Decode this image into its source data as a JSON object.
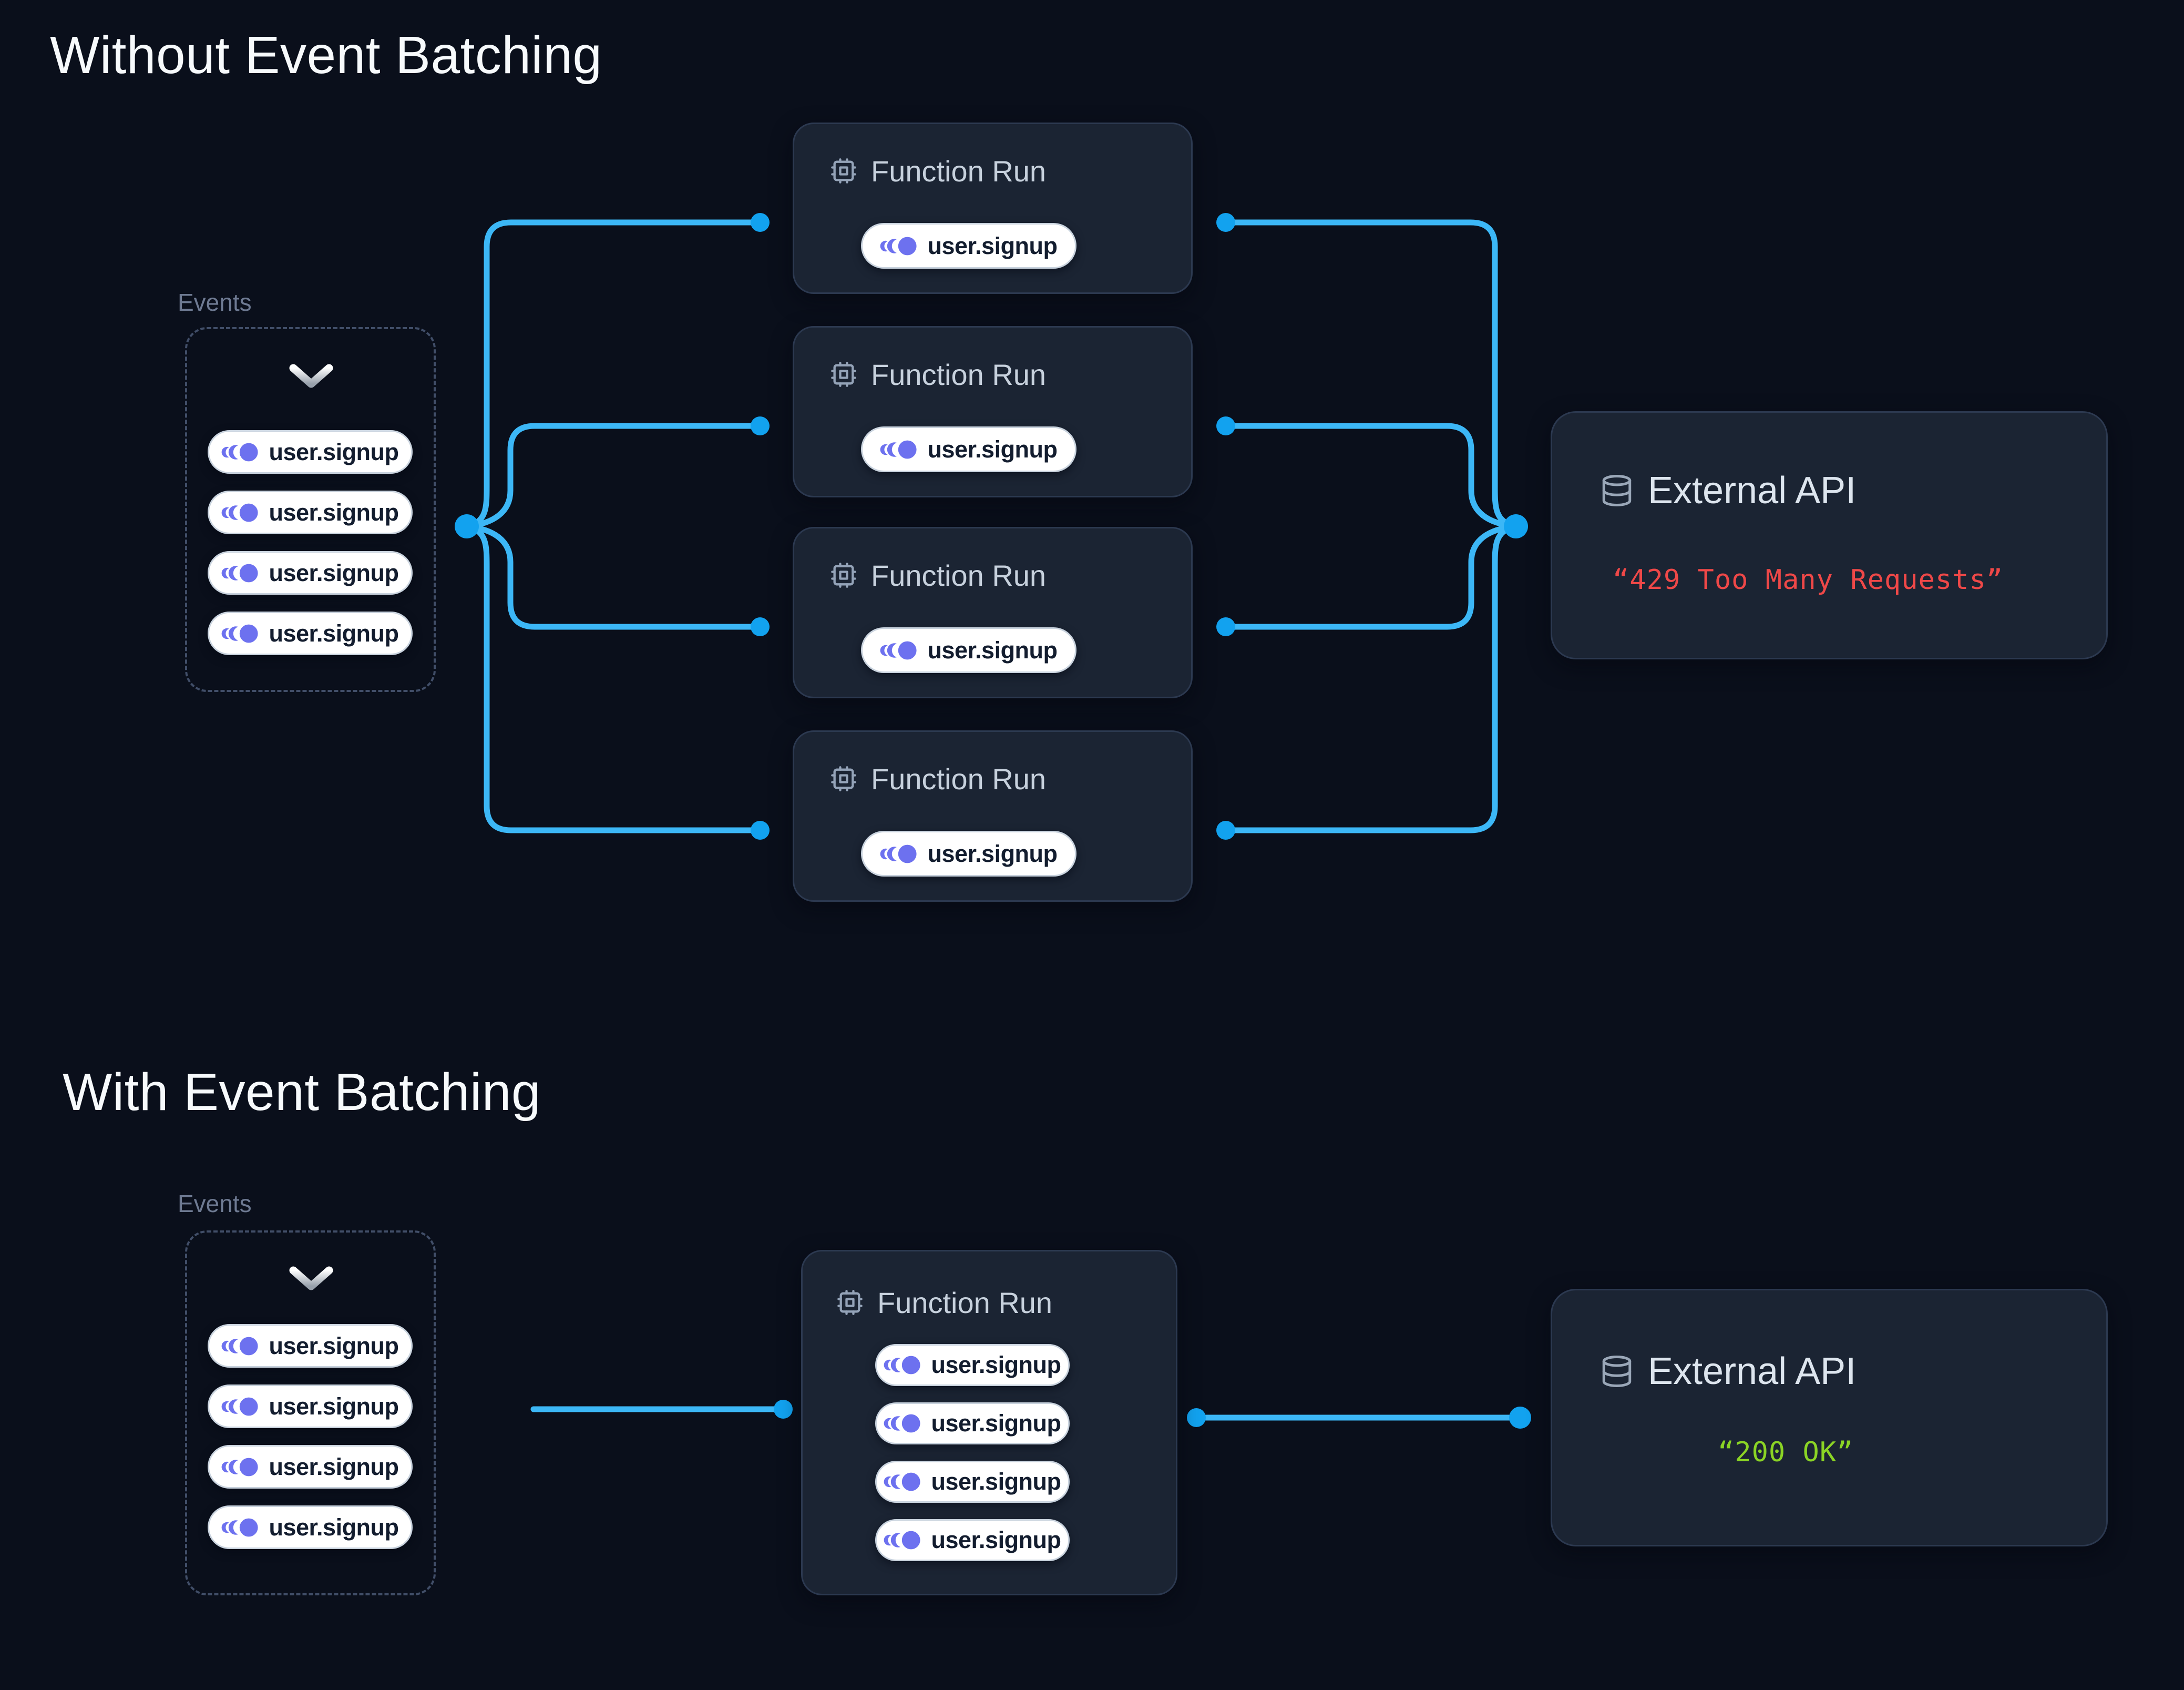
{
  "colors": {
    "background": "#0a0f1b",
    "connector_blue": "#3cb7f6",
    "event_purple": "#6d71ef",
    "error_red": "#ef4848",
    "success_green": "#8bd425"
  },
  "section1": {
    "title": "Without Event Batching",
    "events_label": "Events",
    "event_pills": [
      "user.signup",
      "user.signup",
      "user.signup",
      "user.signup"
    ],
    "function_runs": [
      {
        "title": "Function Run",
        "pill": "user.signup"
      },
      {
        "title": "Function Run",
        "pill": "user.signup"
      },
      {
        "title": "Function Run",
        "pill": "user.signup"
      },
      {
        "title": "Function Run",
        "pill": "user.signup"
      }
    ],
    "external_api": {
      "title": "External API",
      "status": "“429 Too Many Requests”"
    }
  },
  "section2": {
    "title": "With Event Batching",
    "events_label": "Events",
    "event_pills": [
      "user.signup",
      "user.signup",
      "user.signup",
      "user.signup"
    ],
    "function_run": {
      "title": "Function Run",
      "pills": [
        "user.signup",
        "user.signup",
        "user.signup",
        "user.signup"
      ]
    },
    "external_api": {
      "title": "External API",
      "status": "“200 OK”"
    }
  }
}
